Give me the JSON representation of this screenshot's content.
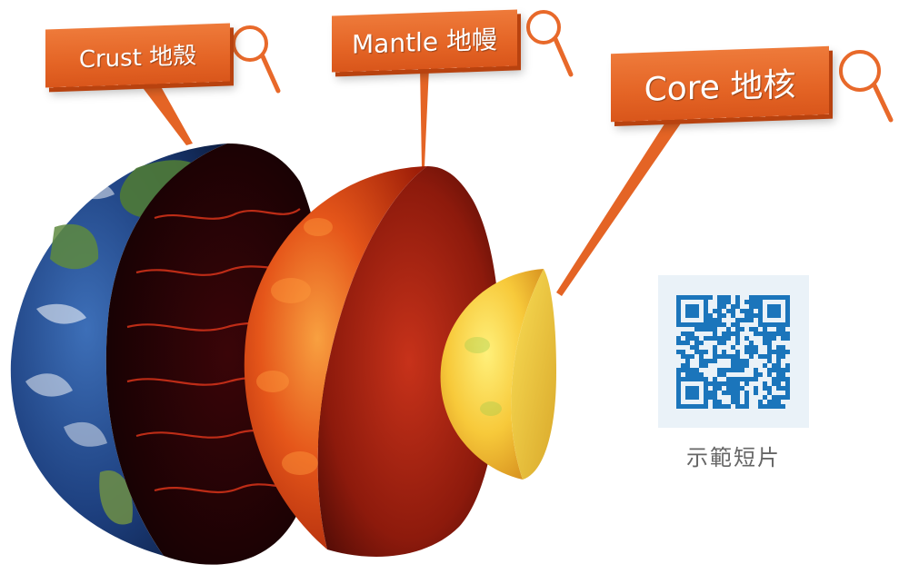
{
  "labels": {
    "crust": "Crust 地殼",
    "mantle": "Mantle 地幔",
    "core": "Core 地核"
  },
  "icons": {
    "crust": "magnifier-icon",
    "mantle": "magnifier-icon",
    "core": "magnifier-icon"
  },
  "qr": {
    "caption": "示範短片",
    "color": "#1b75bb"
  },
  "colors": {
    "label_orange": "#e8692a",
    "label_shadow": "#b8420f",
    "ocean_blue": "#1d3f7e",
    "land_green": "#4f7a36",
    "crust_interior": "#200204",
    "mantle_red": "#d43a12",
    "mantle_orange": "#f07a22",
    "core_yellow": "#f5cf35"
  }
}
